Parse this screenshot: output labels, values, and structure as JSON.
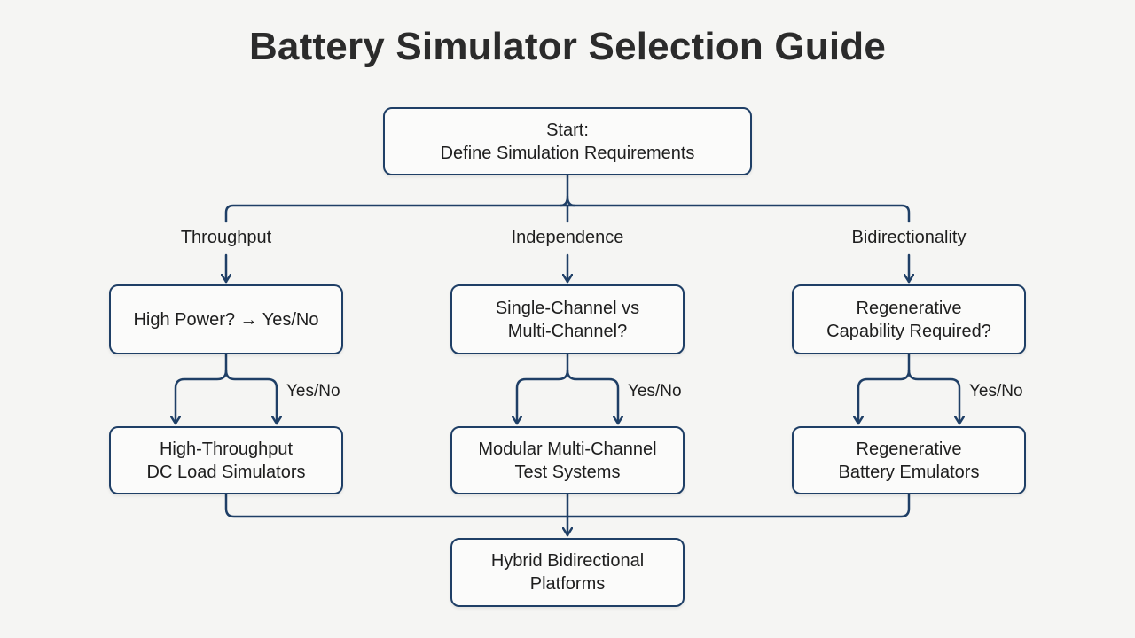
{
  "title": "Battery Simulator Selection Guide",
  "start": {
    "line1": "Start:",
    "line2": "Define Simulation Requirements"
  },
  "branches": [
    {
      "label": "Throughput",
      "question": [
        "High Power? → Yes/No"
      ],
      "yes_no": "Yes/No",
      "result": [
        "High-Throughput",
        "DC Load Simulators"
      ]
    },
    {
      "label": "Independence",
      "question": [
        "Single-Channel vs",
        "Multi-Channel?"
      ],
      "yes_no": "Yes/No",
      "result": [
        "Modular Multi-Channel",
        "Test Systems"
      ]
    },
    {
      "label": "Bidirectionality",
      "question": [
        "Regenerative",
        "Capability Required?"
      ],
      "yes_no": "Yes/No",
      "result": [
        "Regenerative",
        "Battery Emulators"
      ]
    }
  ],
  "final": {
    "line1": "Hybrid Bidirectional",
    "line2": "Platforms"
  },
  "colors": {
    "stroke": "#1f3f66",
    "background": "#f5f5f3"
  }
}
